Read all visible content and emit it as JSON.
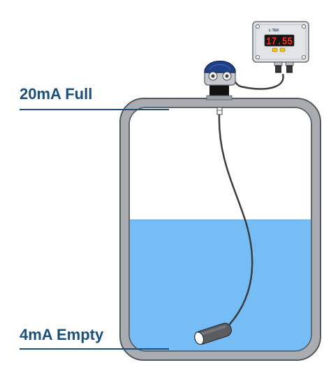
{
  "labels": {
    "full": "20mA Full",
    "empty": "4mA Empty"
  },
  "display": {
    "reading": "17.55",
    "brand": "L·TEK"
  },
  "colors": {
    "label_text": "#1c4f7a",
    "marker_line": "#1c4f7a",
    "water": "#76bdf5",
    "tank_wall": "#a9adb1",
    "tank_outline": "#54595e",
    "transmitter_cap": "#1f3f86",
    "display_housing": "#e2e5e8",
    "display_screen": "#141414",
    "display_digits": "#ff2a1a",
    "cable": "#3a3d40",
    "probe": "#5a5d60"
  }
}
